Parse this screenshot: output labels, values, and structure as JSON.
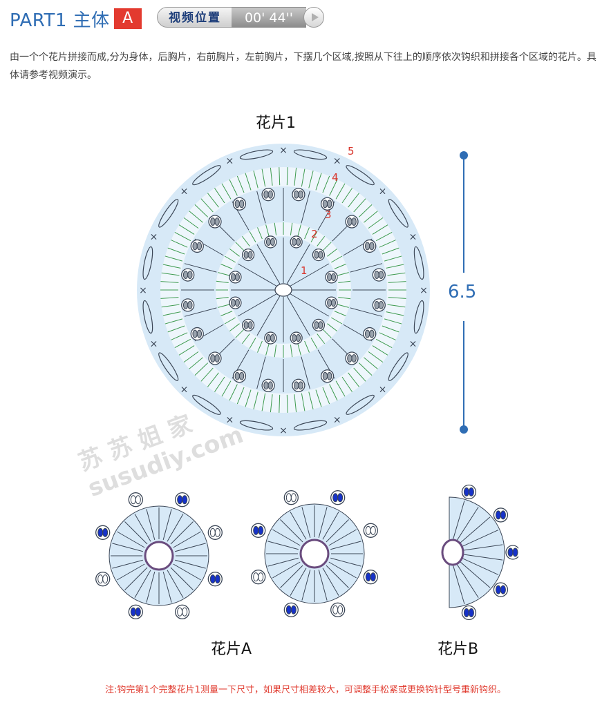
{
  "header": {
    "title": "PART1 主体",
    "badge": "A",
    "video_label": "视频位置",
    "video_time": "00' 44''"
  },
  "description": "由一个个花片拼接而成,分为身体，后胸片，右前胸片，左前胸片，下摆几个区域,按照从下往上的顺序依次钩织和拼接各个区域的花片。具体请参考视频演示。",
  "motif1": {
    "label": "花片1",
    "dimension": "6.5",
    "round_markers": [
      "1",
      "2",
      "3",
      "4",
      "5"
    ]
  },
  "motifA": {
    "label": "花片A"
  },
  "motifB": {
    "label": "花片B"
  },
  "watermark": {
    "line1": "苏 苏 姐 家",
    "line2": "susudiy.com"
  },
  "note": "注:钩完第1个完整花片1测量一下尺寸，如果尺寸相差较大，可调整手松紧或更换钩针型号重新钩织。",
  "colors": {
    "title": "#2f6db4",
    "badge": "#e33a2f",
    "fill": "#d7e9f7",
    "green": "#3d9a4f",
    "dark": "#3b4656",
    "blue_bobble": "#1632c8",
    "note": "#e03a2e"
  }
}
